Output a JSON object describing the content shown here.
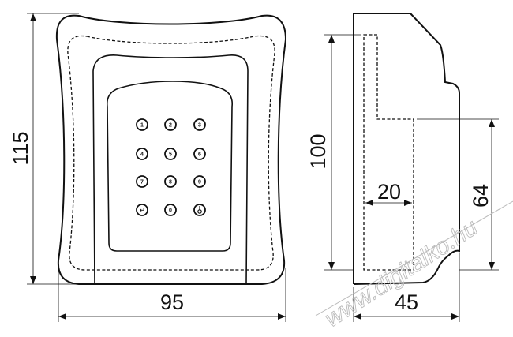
{
  "dimensions": {
    "height_front": "115",
    "width_front": "95",
    "height_side": "100",
    "depth_inner": "20",
    "height_inner": "64",
    "depth_side": "45"
  },
  "keypad": {
    "keys": [
      "1",
      "2",
      "3",
      "4",
      "5",
      "6",
      "7",
      "8",
      "9",
      "↩",
      "0",
      "🔒"
    ]
  },
  "watermark": "www.digitalko.hu",
  "colors": {
    "line": "#111111",
    "watermark": "#bbbbbb"
  }
}
